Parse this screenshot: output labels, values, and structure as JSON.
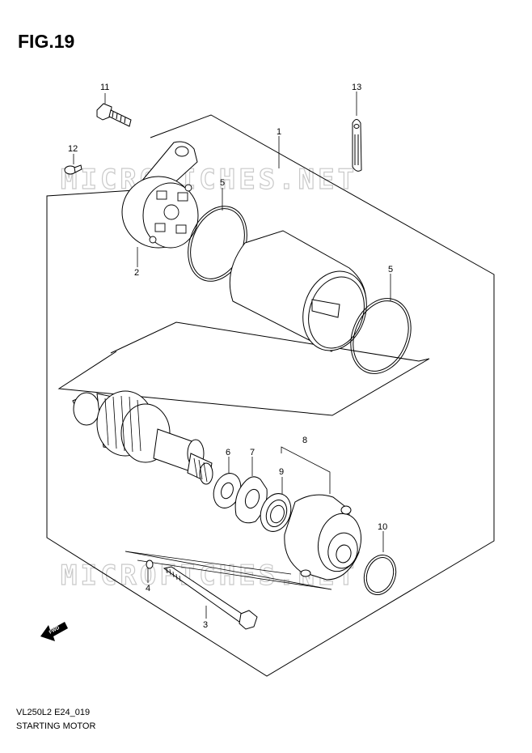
{
  "figure": {
    "title": "FIG.19",
    "code": "VL250L2 E24_019",
    "caption": "STARTING MOTOR"
  },
  "watermark": {
    "text": "MICROFICHES.NET"
  },
  "fwd_badge": "FWD",
  "callouts": [
    {
      "id": "c1",
      "label": "1"
    },
    {
      "id": "c2",
      "label": "2"
    },
    {
      "id": "c3",
      "label": "3"
    },
    {
      "id": "c4",
      "label": "4"
    },
    {
      "id": "c5a",
      "label": "5"
    },
    {
      "id": "c5b",
      "label": "5"
    },
    {
      "id": "c6",
      "label": "6"
    },
    {
      "id": "c7",
      "label": "7"
    },
    {
      "id": "c8",
      "label": "8"
    },
    {
      "id": "c9",
      "label": "9"
    },
    {
      "id": "c10",
      "label": "10"
    },
    {
      "id": "c11",
      "label": "11"
    },
    {
      "id": "c12",
      "label": "12"
    },
    {
      "id": "c13",
      "label": "13"
    }
  ]
}
